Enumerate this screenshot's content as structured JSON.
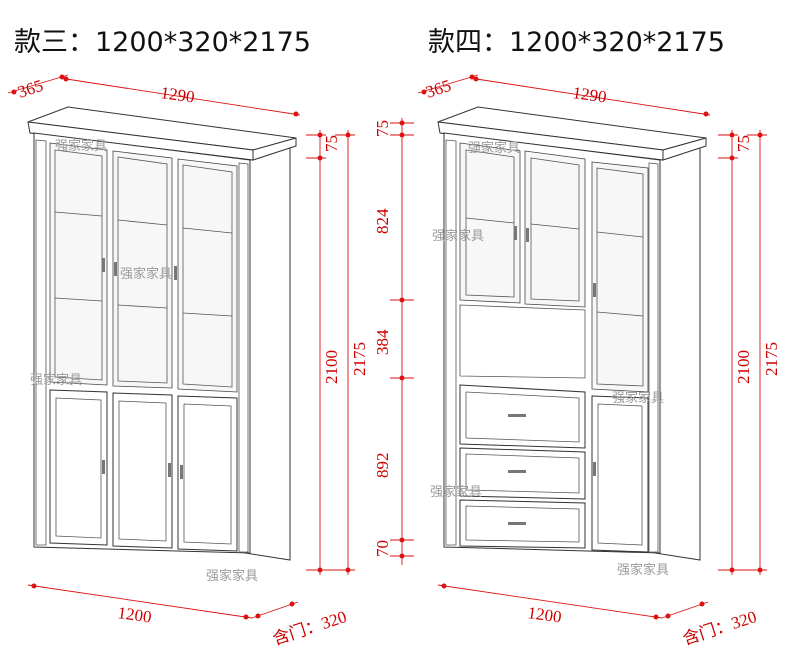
{
  "titles": {
    "left": "款三：1200*320*2175",
    "right": "款四：1200*320*2175"
  },
  "watermark": "强家家具",
  "left": {
    "depth": "365",
    "top_width": "1290",
    "cornice": "75",
    "body_height": "2100",
    "total_height": "2175",
    "width": "1200",
    "depth_with_door": "含门：320"
  },
  "right": {
    "depth": "365",
    "top_width": "1290",
    "cornice_left": "75",
    "cornice_right": "75",
    "glass_height": "824",
    "open_height": "384",
    "drawer_height": "892",
    "plinth": "70",
    "body_height": "2100",
    "total_height": "2175",
    "width": "1200",
    "depth_with_door": "含门：320"
  },
  "colors": {
    "dimension": "#cc0000",
    "line": "#333333"
  }
}
